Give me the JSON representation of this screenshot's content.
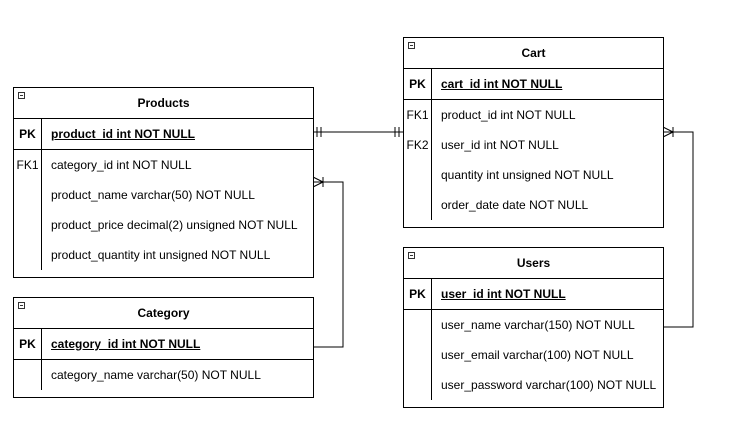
{
  "entities": {
    "products": {
      "title": "Products",
      "primary_key": {
        "key": "PK",
        "column": "product_id int NOT NULL"
      },
      "rows": [
        {
          "key": "FK1",
          "column": "category_id int NOT NULL"
        },
        {
          "key": "",
          "column": "product_name varchar(50) NOT NULL"
        },
        {
          "key": "",
          "column": "product_price decimal(2)  unsigned NOT NULL"
        },
        {
          "key": "",
          "column": "product_quantity int unsigned NOT NULL"
        }
      ]
    },
    "category": {
      "title": "Category",
      "primary_key": {
        "key": "PK",
        "column": "category_id int NOT NULL"
      },
      "rows": [
        {
          "key": "",
          "column": "category_name varchar(50) NOT NULL"
        }
      ]
    },
    "cart": {
      "title": "Cart",
      "primary_key": {
        "key": "PK",
        "column": "cart_id int NOT NULL"
      },
      "rows": [
        {
          "key": "FK1",
          "column": "product_id int NOT NULL"
        },
        {
          "key": "FK2",
          "column": "user_id int NOT NULL"
        },
        {
          "key": "",
          "column": "quantity int unsigned NOT NULL"
        },
        {
          "key": "",
          "column": "order_date date NOT NULL"
        }
      ]
    },
    "users": {
      "title": "Users",
      "primary_key": {
        "key": "PK",
        "column": "user_id int NOT NULL"
      },
      "rows": [
        {
          "key": "",
          "column": "user_name varchar(150) NOT NULL"
        },
        {
          "key": "",
          "column": "user_email varchar(100) NOT NULL"
        },
        {
          "key": "",
          "column": "user_password varchar(100) NOT NULL"
        }
      ]
    }
  },
  "relationships": [
    {
      "from": "products",
      "to": "cart",
      "from_end": "one-and-only-one",
      "to_end": "one-and-only-one"
    },
    {
      "from": "category",
      "to": "products",
      "from_end": "none",
      "to_end": "one-or-many"
    },
    {
      "from": "users",
      "to": "cart",
      "from_end": "none",
      "to_end": "one-or-many"
    }
  ],
  "colors": {
    "line": "#000000",
    "background": "#ffffff"
  }
}
